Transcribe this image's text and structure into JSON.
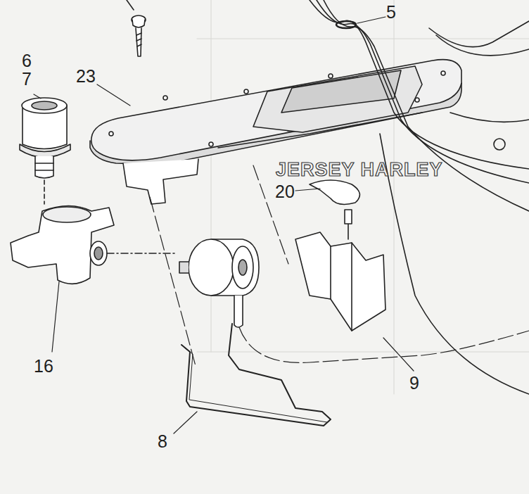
{
  "diagram": {
    "labels": [
      "5",
      "6",
      "7",
      "23",
      "20",
      "16",
      "8",
      "9",
      "JERSEY HARLEY"
    ]
  }
}
